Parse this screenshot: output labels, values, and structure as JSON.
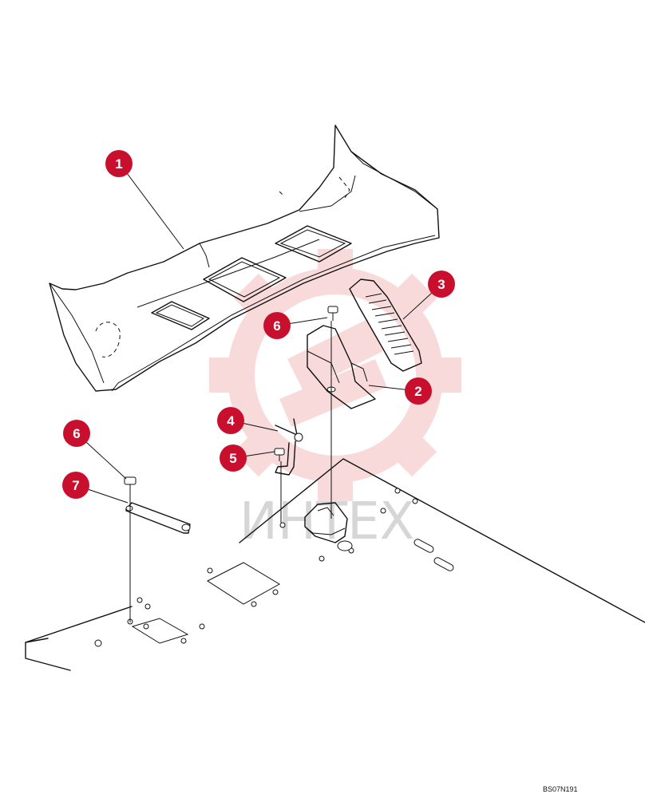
{
  "drawing_code": "BS07N191",
  "watermark_text": "ИНТЕХ",
  "colors": {
    "callout": "#c8102e",
    "callout_text": "#ffffff",
    "watermark": "#f1a0a0",
    "line": "#111111"
  },
  "callouts": {
    "c1": "1",
    "c2": "2",
    "c3": "3",
    "c4": "4",
    "c5": "5",
    "c6a": "6",
    "c6b": "6",
    "c7": "7"
  }
}
